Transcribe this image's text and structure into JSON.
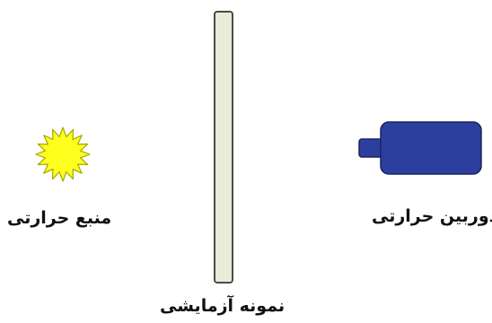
{
  "labels": {
    "heat_source": "منبع حرارتی",
    "test_sample": "نمونه آزمایشی",
    "thermal_camera": "دوربین حرارتی"
  },
  "colors": {
    "sun_fill": "#ffff1e",
    "sun_stroke": "#a8a800",
    "sample_fill": "#e8ecd8",
    "sample_stroke": "#4a4a4a",
    "camera_fill": "#2c3e9e",
    "camera_stroke": "#1a2560"
  },
  "icons": {
    "heat_source": "sun-icon",
    "thermal_camera": "camera-icon"
  }
}
